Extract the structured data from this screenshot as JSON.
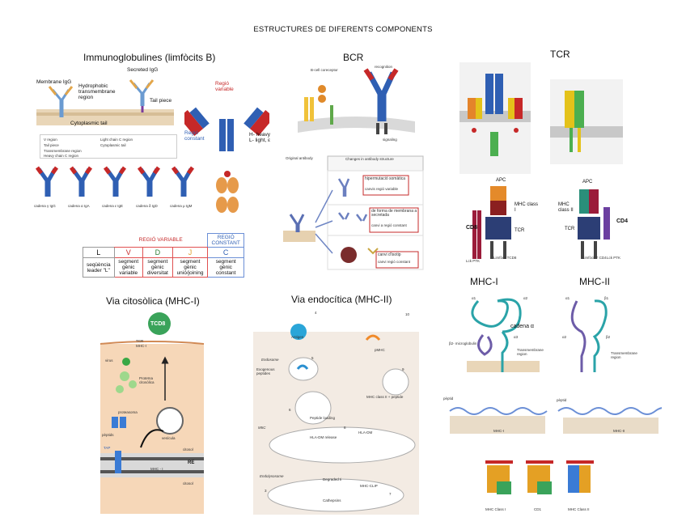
{
  "page": {
    "title": "ESTRUCTURES DE DIFERENTS COMPONENTS"
  },
  "sections": {
    "immuno": "Immunoglobulines (limfòcits B)",
    "bcr": "BCR",
    "tcr": "TCR",
    "citosolica": "Via citosòlica (MHC-I)",
    "endocitica": "Via endocítica (MHC-II)",
    "mhc1": "MHC-I",
    "mhc2": "MHC-II"
  },
  "immuno": {
    "membrane_igg": "Membrane IgG",
    "secreted_igg": "Secreted IgG",
    "hydrophobic": "Hydrophobic transmembrane region",
    "tail_piece": "Tail piece",
    "cytoplasmic_tail": "Cytoplasmic tail",
    "regio_variable": "Regió variable",
    "regio_constant": "Regió constant",
    "heavy_light": "H- heavy L- light, ε",
    "legend": [
      "V region",
      "Light chain C region",
      "Tail piece",
      "Cytoplasmic tail",
      "Transmembrane region",
      "Heavy chain C region"
    ],
    "cadenes": [
      "cadena γ IgG",
      "cadena α IgA",
      "cadena ε IgE",
      "cadena δ IgD",
      "cadena μ IgM"
    ],
    "table": {
      "header_variable": "REGIÓ VARIABLE",
      "header_constant": "REGIÓ CONSTANT",
      "letters": [
        "L",
        "V",
        "D",
        "J",
        "C"
      ],
      "descriptions": [
        "seqüència leader \"L\"",
        "segment gènic variable",
        "segment gènic diversitat",
        "segment gènic unió/joining",
        "segment gènic constant"
      ]
    }
  },
  "bcr": {
    "bcell_receptor": "B-cell coreceptor",
    "recognition": "recognition",
    "signaling": "signaling",
    "original_antibody": "Original antibody",
    "changes": "Changes in antibody structure",
    "boxes": [
      {
        "title": "hipermutació somàtica",
        "sub": "canvis regió variable"
      },
      {
        "title": "de forma de membrana a secretada",
        "sub": "canvi a regió constant"
      },
      {
        "title": "canvi d'isotip",
        "sub": "canvi regió constant"
      }
    ]
  },
  "tcr": {
    "cd8": "CD8",
    "cd4": "CD4",
    "apc": "APC",
    "tcr_label": "TCR",
    "mhc_class_i": "MHC class I",
    "mhc_class_ii": "MHC class II",
    "limfocit_cd8": "Limfòcit TCD8",
    "limfocit_cd4": "Limfòcit T CD4",
    "lck": "Lck PTK"
  },
  "citosolica": {
    "tcd8": "TCD8",
    "tcr": "TCR",
    "mhc_i": "MHC-I",
    "virus": "virus",
    "proteina": "Proteïna citosòlica",
    "proteasoma": "proteasoma",
    "peptids": "pèptids",
    "tap": "TAP",
    "vesicula": "vesícula",
    "citosol": "citosol",
    "re": "RE",
    "mhc_i_bottom": "MHC - I",
    "citosol2": "citosol"
  },
  "endocitica": {
    "antigen": "Antigen",
    "endosome": "Endosome",
    "exogenous": "Exogenous peptides",
    "miic": "MIIC",
    "peptide_loading": "Peptide loading",
    "hla_dm_release": "HLA-DM release",
    "hla_dm": "HLA-DM",
    "mhc_class_ii_peptide": "MHC class II + peptide",
    "pmhc": "pMHC",
    "endolysosome": "Endolysosome",
    "degraded_ii": "Degraded Ii",
    "cathepsins": "Cathepsins",
    "mhc_clip": "MHC-CLIP",
    "steps": [
      "4",
      "5",
      "6",
      "8",
      "9",
      "10",
      "3",
      "7"
    ]
  },
  "mhc": {
    "alpha1": "α1",
    "alpha2": "α2",
    "alpha3": "α3",
    "cadena_alpha": "cadena α",
    "b2m": "β2- microglobulin",
    "transmembrane": "Transmembrane region",
    "beta1": "β1",
    "beta2": "β2",
    "peptid": "pèptid",
    "mhc_i": "MHC-I",
    "mhc_ii": "MHC-II",
    "bottom": [
      "MHC Class I",
      "CD1",
      "MHC Class II"
    ]
  },
  "colors": {
    "ig_red": "#c62828",
    "ig_blue": "#2f5fb3",
    "tcr_yellow": "#e4c21a",
    "tcr_green": "#4caf50",
    "mhc_teal": "#2aa3a8",
    "mhc_purple": "#6d5ca8",
    "citosol_bg": "#f6d7b8",
    "endo_bg": "#f3ebe3"
  }
}
